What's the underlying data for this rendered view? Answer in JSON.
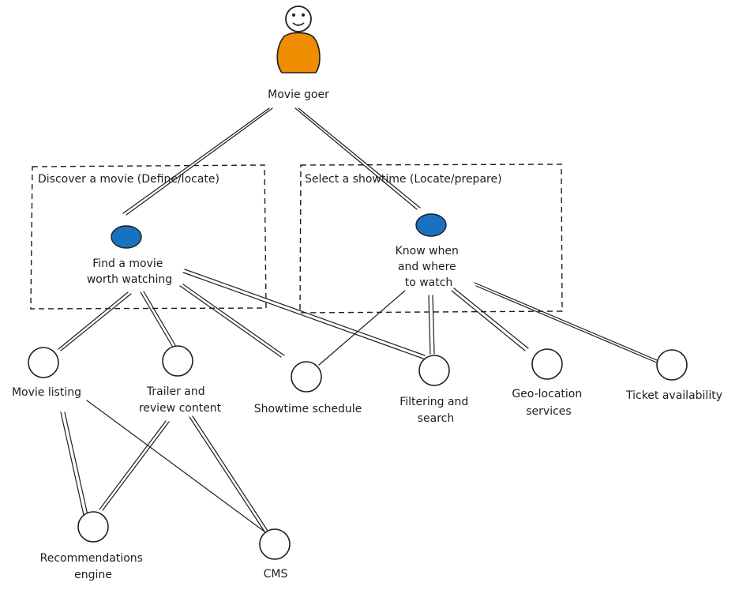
{
  "actor": {
    "label": "Movie goer",
    "body_color": "#f08c00"
  },
  "groups": [
    {
      "id": "discover",
      "title": "Discover a movie (Define/locate)"
    },
    {
      "id": "select",
      "title": "Select a showtime (Locate/prepare)"
    }
  ],
  "goals": [
    {
      "id": "find",
      "lines": [
        "Find a movie",
        "worth watching"
      ],
      "color": "#1971c2"
    },
    {
      "id": "know",
      "lines": [
        "Know when",
        "and where",
        "to watch"
      ],
      "color": "#1971c2"
    }
  ],
  "capabilities": [
    {
      "id": "listing",
      "lines": [
        "Movie listing"
      ]
    },
    {
      "id": "trailer",
      "lines": [
        "Trailer and",
        "review content"
      ]
    },
    {
      "id": "schedule",
      "lines": [
        "Showtime schedule"
      ]
    },
    {
      "id": "filter",
      "lines": [
        "Filtering and",
        "search"
      ]
    },
    {
      "id": "geo",
      "lines": [
        "Geo-location",
        "services"
      ]
    },
    {
      "id": "ticket",
      "lines": [
        "Ticket availability"
      ]
    }
  ],
  "systems": [
    {
      "id": "reco",
      "lines": [
        "Recommendations",
        "engine"
      ]
    },
    {
      "id": "cms",
      "lines": [
        "CMS"
      ]
    }
  ]
}
